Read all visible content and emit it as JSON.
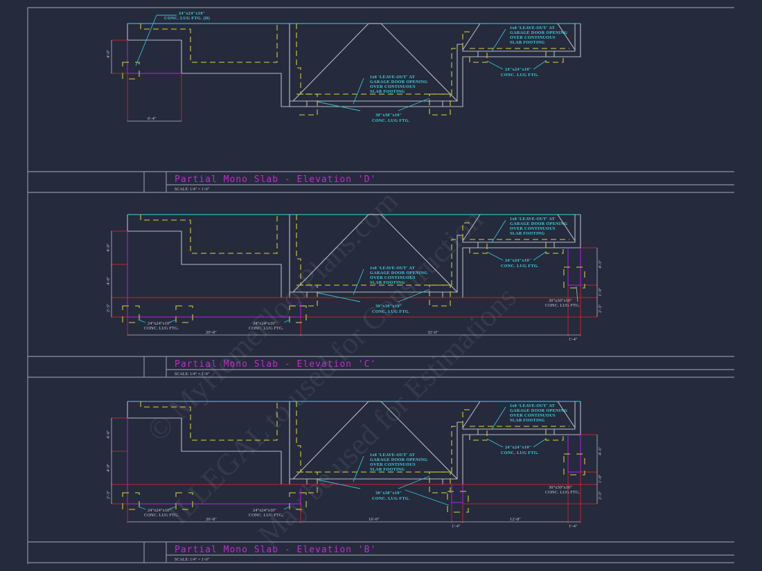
{
  "sheet": {
    "background": "#252a3c",
    "colors": {
      "outline": "#b8bcc7",
      "top_of_slab": "#2fb7c4",
      "footing_dashed": "#b9b53a",
      "dimension_red": "#c8232d",
      "magenta": "#a022c8",
      "note_cyan": "#3fd2dc",
      "title": "#c22bd0"
    }
  },
  "watermark": {
    "line1": "© MyHomeFloorPlans.com",
    "line2": "ILLEGAL to used for Construction",
    "line3": "May be used for Estimations"
  },
  "elevations": [
    {
      "id": "D",
      "title": "Partial Mono Slab - Elevation 'D'",
      "scale": "SCALE: 1/4\" = 1'-0\"",
      "notes": {
        "lug_left_1": "24\"x24\"x10\"",
        "lug_left_2": "CONC. LUG FTG. (D)",
        "leaveout_center": [
          "1x8 'LEAVE-OUT' AT",
          "GARAGE DOOR OPENING",
          "OVER CONTINUOUS",
          "SLAB FOOTING"
        ],
        "leaveout_right": [
          "1x8 'LEAVE-OUT' AT",
          "GARAGE DOOR OPENING",
          "OVER CONTINUOUS",
          "SLAB FOOTING"
        ],
        "lug_center_1": "30\"x30\"x10\"",
        "lug_center_2": "CONC. LUG FTG.",
        "lug_right_1": "24\"x24\"x10\"",
        "lug_right_2": "CONC. LUG FTG."
      },
      "dims": {
        "height_left": "4'-0\"",
        "width_bottom": "6'-4\""
      }
    },
    {
      "id": "C",
      "title": "Partial Mono Slab - Elevation 'C'",
      "scale": "SCALE: 1/4\" = 1'-0\"",
      "notes": {
        "leaveout_center": [
          "1x8 'LEAVE-OUT' AT",
          "GARAGE DOOR OPENING",
          "OVER CONTINUOUS",
          "SLAB FOOTING"
        ],
        "leaveout_right": [
          "1x8 'LEAVE-OUT' AT",
          "GARAGE DOOR OPENING",
          "OVER CONTINUOUS",
          "SLAB FOOTING"
        ],
        "lug_center_1": "30\"x30\"x10\"",
        "lug_center_2": "CONC. LUG FTG.",
        "lug_right_1": "24\"x24\"x10\"",
        "lug_right_2": "CONC. LUG FTG.",
        "lug_bl_1": "24\"x24\"x10\"",
        "lug_bl_2": "CONC. LUG FTG.",
        "lug_bm_1": "24\"x24\"x10\"",
        "lug_bm_2": "CONC. LUG FTG.",
        "lug_far_1": "30\"x30\"x10\"",
        "lug_far_2": "CONC. LUG FTG."
      },
      "dims": {
        "left_1": "4'-0\"",
        "left_2": "4'-0\"",
        "left_3": "2'-3\"",
        "right_1": "4'-3\"",
        "right_2": "1'-9\"",
        "right_3": "2'-3\"",
        "bottom_1": "20'-8\"",
        "bottom_2": "32'-0\"",
        "bottom_3": "1'-4\""
      }
    },
    {
      "id": "B",
      "title": "Partial Mono Slab - Elevation 'B'",
      "scale": "SCALE: 1/4\" = 1'-0\"",
      "notes": {
        "leaveout_center": [
          "1x8 'LEAVE-OUT' AT",
          "GARAGE DOOR OPENING",
          "OVER CONTINUOUS",
          "SLAB FOOTING"
        ],
        "leaveout_right": [
          "1x8 'LEAVE-OUT' AT",
          "GARAGE DOOR OPENING",
          "OVER CONTINUOUS",
          "SLAB FOOTING"
        ],
        "lug_center_1": "30\"x30\"x10\"",
        "lug_center_2": "CONC. LUG FTG.",
        "lug_right_1": "24\"x24\"x10\"",
        "lug_right_2": "CONC. LUG FTG.",
        "lug_bl_1": "24\"x24\"x10\"",
        "lug_bl_2": "CONC. LUG FTG.",
        "lug_bm_1": "24\"x24\"x10\"",
        "lug_bm_2": "CONC. LUG FTG.",
        "lug_far_1": "30\"x30\"x10\"",
        "lug_far_2": "CONC. LUG FTG."
      },
      "dims": {
        "left_1": "4'-0\"",
        "left_2": "4'-0\"",
        "left_3": "2'-3\"",
        "right_1": "4'-3\"",
        "right_2": "1'-9\"",
        "right_3": "2'-3\"",
        "bottom_1": "20'-8\"",
        "bottom_2": "16'-0\"",
        "bottom_3": "1'-4\"",
        "bottom_4": "12'-8\"",
        "bottom_5": "1'-4\""
      }
    }
  ]
}
